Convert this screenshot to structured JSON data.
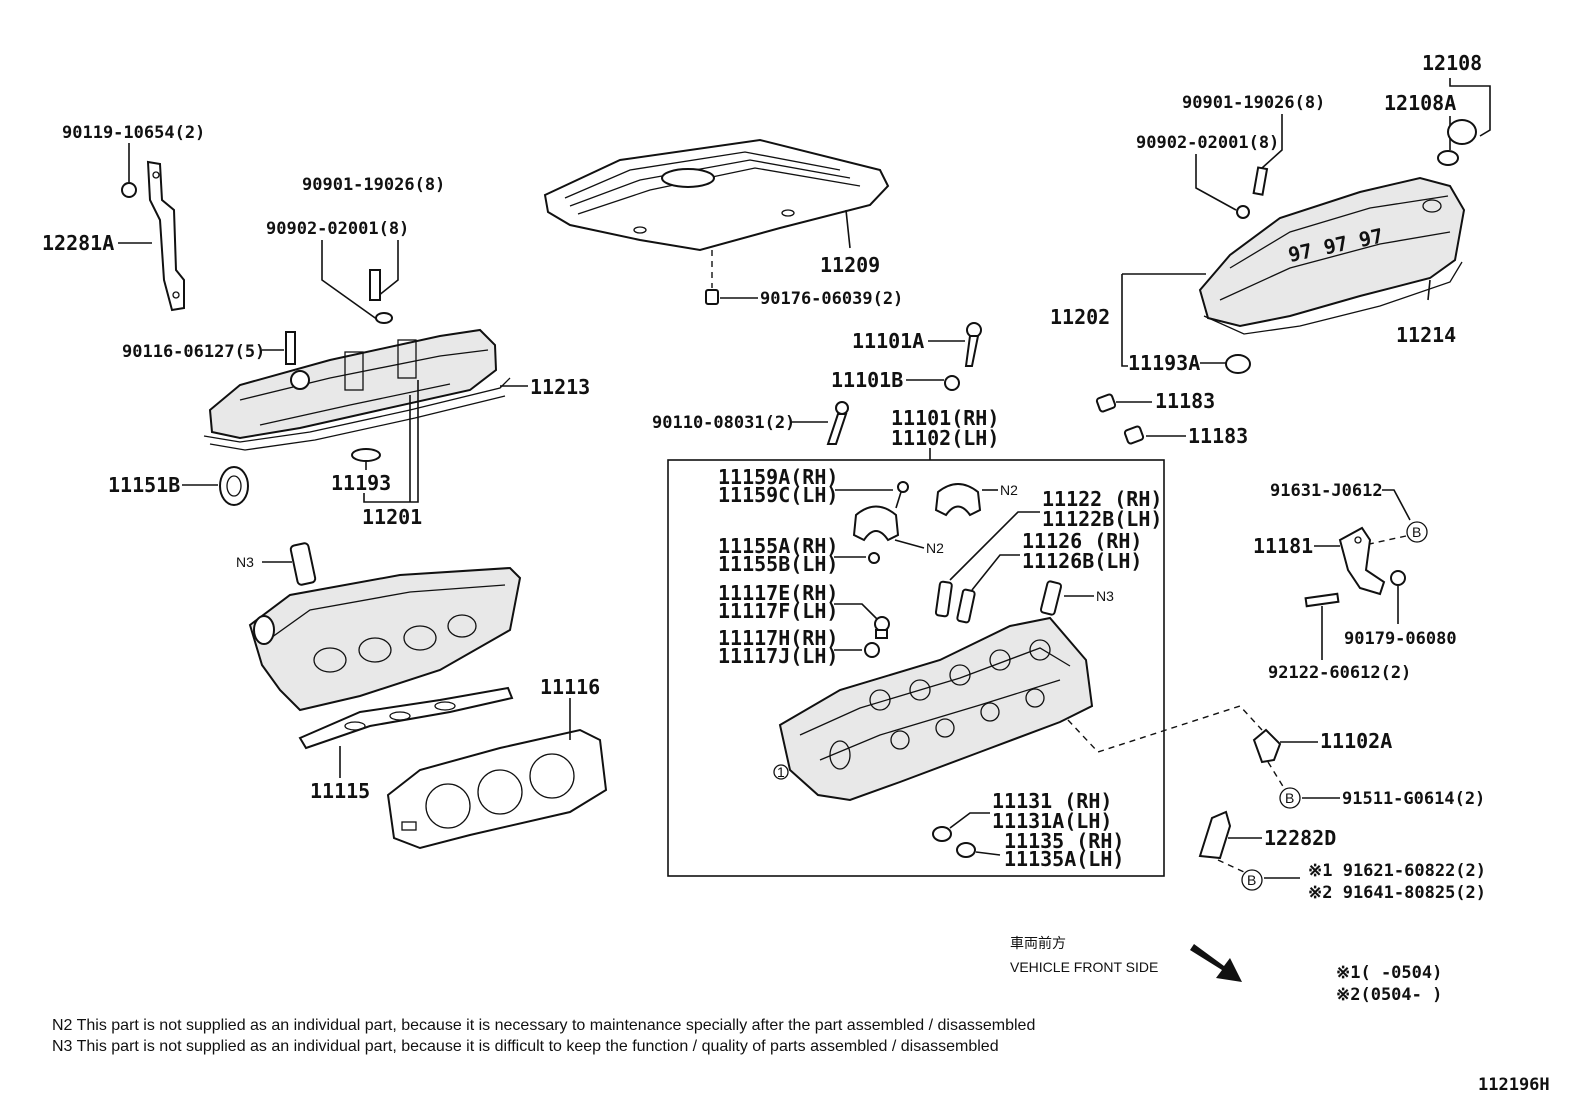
{
  "parts": {
    "p_90119_10654": "90119-10654(2)",
    "p_12281A": "12281A",
    "p_90901_19026_l": "90901-19026(8)",
    "p_90902_02001_l": "90902-02001(8)",
    "p_90116_06127": "90116-06127(5)",
    "p_11213": "11213",
    "p_11151B": "11151B",
    "p_11193": "11193",
    "p_11201": "11201",
    "p_11209": "11209",
    "p_90176_06039": "90176-06039(2)",
    "p_90901_19026_r": "90901-19026(8)",
    "p_90902_02001_r": "90902-02001(8)",
    "p_12108": "12108",
    "p_12108A": "12108A",
    "p_11202": "11202",
    "p_11214": "11214",
    "p_11193A": "11193A",
    "p_11183_a": "11183",
    "p_11183_b": "11183",
    "p_11101A": "11101A",
    "p_11101B": "11101B",
    "p_90110_08031": "90110-08031(2)",
    "p_11101RH": "11101(RH)",
    "p_11102LH": "11102(LH)",
    "p_11159A": "11159A(RH)",
    "p_11159C": "11159C(LH)",
    "p_11155A": "11155A(RH)",
    "p_11155B": "11155B(LH)",
    "p_11117E": "11117E(RH)",
    "p_11117F": "11117F(LH)",
    "p_11117H": "11117H(RH)",
    "p_11117J": "11117J(LH)",
    "p_11122": "11122 (RH)",
    "p_11122B": "11122B(LH)",
    "p_11126": "11126 (RH)",
    "p_11126B": "11126B(LH)",
    "p_11131": "11131 (RH)",
    "p_11131A": "11131A(LH)",
    "p_11135": "11135 (RH)",
    "p_11135A": "11135A(LH)",
    "p_11116": "11116",
    "p_11115": "11115",
    "p_91631": "91631-J0612",
    "p_11181": "11181",
    "p_90179": "90179-06080",
    "p_92122": "92122-60612(2)",
    "p_11102A": "11102A",
    "p_91511": "91511-G0614(2)",
    "p_12282D": "12282D",
    "p_91621": "※1 91621-60822(2)",
    "p_91641": "※2 91641-80825(2)"
  },
  "markers": {
    "n2": "N2",
    "n3": "N3",
    "b": "B",
    "one": "1"
  },
  "vehicle_front_jp": "車両前方",
  "vehicle_front_en": "VEHICLE FRONT SIDE",
  "legend_1": "※1(      -0504)",
  "legend_2": "※2(0504-      )",
  "note_n2": "N2  This part is not supplied as an individual part, because it is necessary to maintenance specially after the part assembled / disassembled",
  "note_n3": "N3  This part is not supplied as an individual part, because it is difficult to keep the function / quality of parts  assembled / disassembled",
  "diagram_id": "112196H"
}
